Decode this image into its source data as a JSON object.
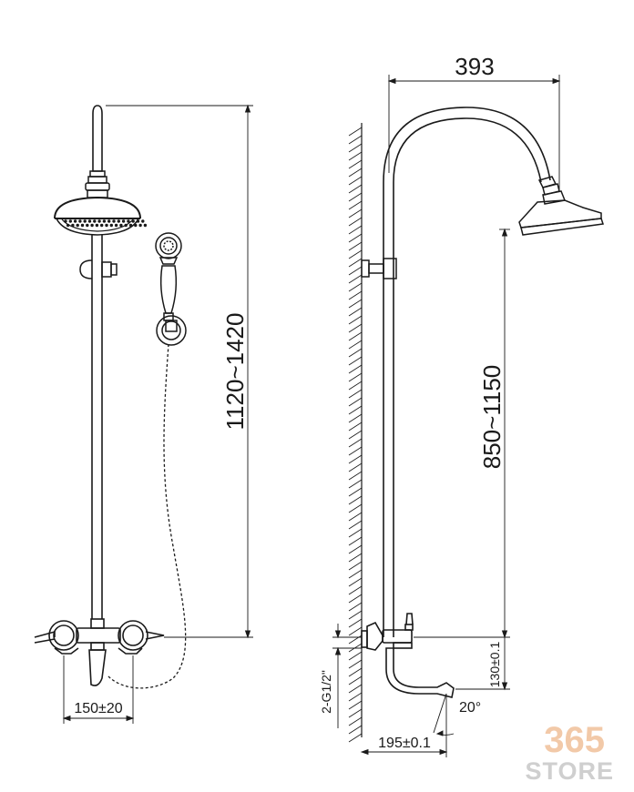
{
  "dimensions": {
    "total_height": "1120~1420",
    "spout_width": "393",
    "head_height": "850~1150",
    "inlet_spacing": "150±20",
    "bath_spout_height": "130±0.1",
    "thread": "2-G1/2\"",
    "spout_length": "195±0.1",
    "angle": "20°"
  },
  "watermark": {
    "number": "365",
    "word": "STORE"
  },
  "colors": {
    "line": "#1a1a1a",
    "logo_number": "#f2c9a8",
    "logo_word": "#cfcfcf"
  }
}
